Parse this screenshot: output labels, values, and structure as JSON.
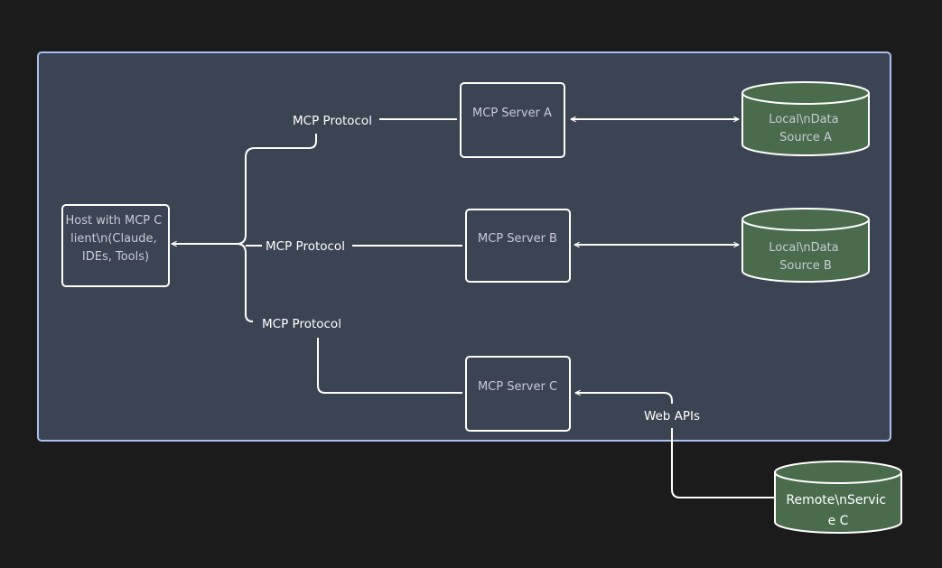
{
  "colors": {
    "background": "#1b1b1b",
    "cluster_fill": "#3b4453",
    "cluster_border": "#a8bff0",
    "node_fill": "#3b4453",
    "node_border": "#ffffff",
    "datastore_fill": "#4a6b4c",
    "edge": "#ffffff"
  },
  "nodes": {
    "host": {
      "lines": [
        "Host with MCP C",
        "lient\\n(Claude,",
        "IDEs, Tools)"
      ]
    },
    "server_a": {
      "lines": [
        "MCP Server A"
      ]
    },
    "server_b": {
      "lines": [
        "MCP Server B"
      ]
    },
    "server_c": {
      "lines": [
        "MCP Server C"
      ]
    },
    "data_a": {
      "lines": [
        "Local\\nData",
        "Source A"
      ]
    },
    "data_b": {
      "lines": [
        "Local\\nData",
        "Source B"
      ]
    },
    "remote_c": {
      "lines": [
        "Remote\\nServic",
        "e C"
      ]
    }
  },
  "edges": {
    "protocol_a": "MCP Protocol",
    "protocol_b": "MCP Protocol",
    "protocol_c": "MCP Protocol",
    "web_apis": "Web APIs"
  }
}
